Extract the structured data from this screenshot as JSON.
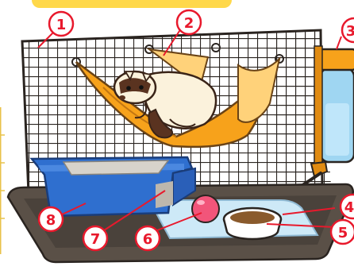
{
  "labels": [
    {
      "id": "1",
      "text": "①"
    },
    {
      "id": "2",
      "text": "②"
    },
    {
      "id": "3",
      "text": "③"
    },
    {
      "id": "4",
      "text": "④"
    },
    {
      "id": "5",
      "text": "⑤"
    },
    {
      "id": "6",
      "text": "⑥"
    },
    {
      "id": "7",
      "text": "⑦"
    },
    {
      "id": "8",
      "text": "⑧"
    }
  ],
  "colors": {
    "label_red": "#e8192c",
    "banner_yellow": "#ffd84a",
    "hammock_orange": "#f7a21b",
    "litter_blue": "#2f6fcf",
    "bottle_blue": "#9fd6f2",
    "tray": "#5a5047",
    "ball_pink": "#f2557a"
  }
}
